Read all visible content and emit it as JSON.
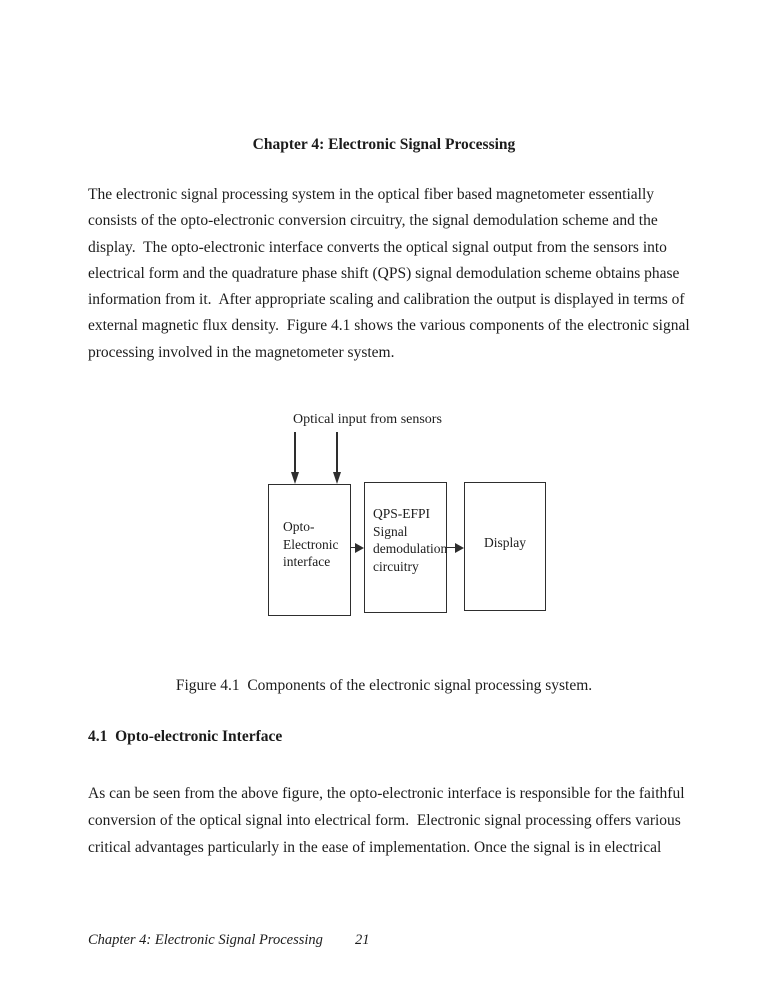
{
  "colors": {
    "text": "#1c1c1c",
    "line": "#2e2e2e",
    "page_bg": "#ffffff"
  },
  "title": "Chapter 4: Electronic Signal Processing",
  "paragraph1_lines": [
    "The electronic signal processing system in the optical fiber based magnetometer essentially",
    "consists of the opto-electronic conversion circuitry, the signal demodulation scheme and the",
    "display.  The opto-electronic interface converts the optical signal output from the sensors into",
    "electrical form and the quadrature phase shift (QPS) signal demodulation scheme obtains phase",
    "information from it.  After appropriate scaling and calibration the output is displayed in terms of",
    "external magnetic flux density.  Figure 4.1 shows the various components of the electronic signal",
    "processing involved in the magnetometer system."
  ],
  "figure": {
    "input_label": "Optical input from sensors",
    "box1_lines": [
      "Opto-",
      "Electronic",
      "interface"
    ],
    "box2_lines": [
      "QPS-EFPI",
      "Signal",
      "demodulation",
      "circuitry"
    ],
    "box3_lines": [
      "Display"
    ],
    "caption": "Figure 4.1  Components of the electronic signal processing system."
  },
  "section_heading": "4.1  Opto-electronic Interface",
  "paragraph2_lines": [
    "As can be seen from the above figure, the opto-electronic interface is responsible for the faithful",
    "conversion of the optical signal into electrical form.  Electronic signal processing offers various",
    "critical advantages particularly in the ease of implementation. Once the signal is in electrical"
  ],
  "footer": {
    "left": "Chapter 4: Electronic Signal Processing",
    "page_number": "21"
  }
}
